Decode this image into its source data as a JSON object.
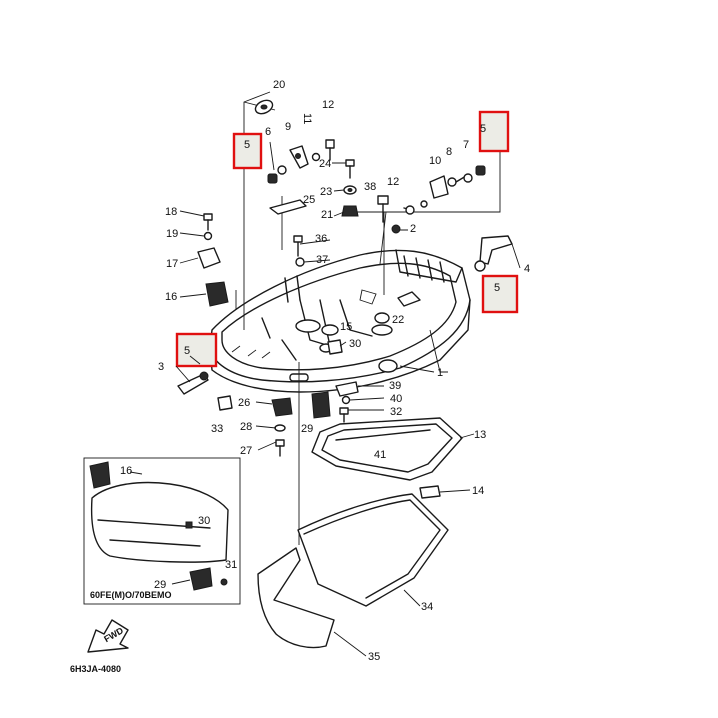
{
  "diagram": {
    "part_numbers": [
      "1",
      "2",
      "3",
      "4",
      "5",
      "5",
      "5",
      "5",
      "6",
      "7",
      "8",
      "9",
      "10",
      "11",
      "12",
      "12",
      "13",
      "14",
      "15",
      "16",
      "16",
      "17",
      "18",
      "19",
      "20",
      "21",
      "22",
      "23",
      "24",
      "25",
      "26",
      "27",
      "28",
      "29",
      "29",
      "30",
      "30",
      "31",
      "32",
      "33",
      "34",
      "35",
      "36",
      "37",
      "38",
      "39",
      "40",
      "41"
    ],
    "highlight_label": "5",
    "inset_caption": "60FE(M)O/70BEMO",
    "fwd_label": "FWD",
    "figure_code": "6H3JA-4080"
  }
}
